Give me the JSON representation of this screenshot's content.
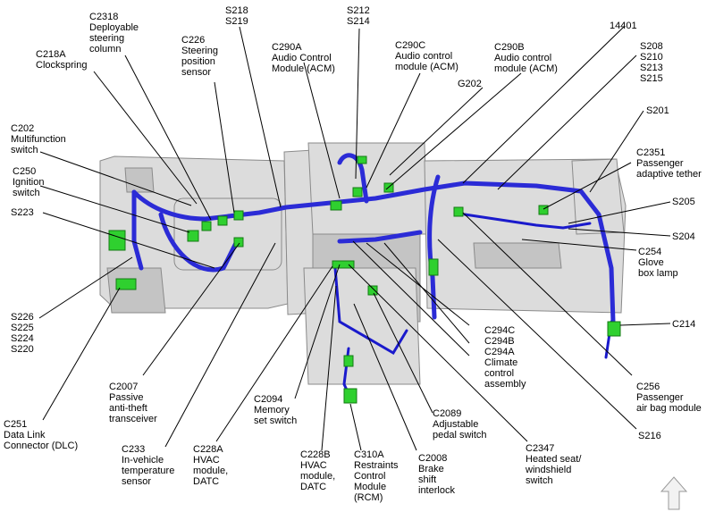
{
  "labels": {
    "c2318": [
      "C2318",
      "Deployable",
      "steering",
      "column"
    ],
    "s218": [
      "S218",
      "S219"
    ],
    "s212": [
      "S212",
      "S214"
    ],
    "n14401": [
      "14401"
    ],
    "c218a": [
      "C218A",
      "Clockspring"
    ],
    "c226": [
      "C226",
      "Steering",
      "position",
      "sensor"
    ],
    "c290a": [
      "C290A",
      "Audio Control",
      "Module (ACM)"
    ],
    "c290c": [
      "C290C",
      "Audio control",
      "module (ACM)"
    ],
    "c290b": [
      "C290B",
      "Audio control",
      "module (ACM)"
    ],
    "s208": [
      "S208",
      "S210",
      "S213",
      "S215"
    ],
    "g202": [
      "G202"
    ],
    "s201": [
      "S201"
    ],
    "c202": [
      "C202",
      "Multifunction",
      "switch"
    ],
    "c2351": [
      "C2351",
      "Passenger",
      "adaptive tether"
    ],
    "c250": [
      "C250",
      "Ignition",
      "switch"
    ],
    "s223": [
      "S223"
    ],
    "s205": [
      "S205"
    ],
    "s204": [
      "S204"
    ],
    "c254": [
      "C254",
      "Glove",
      "box lamp"
    ],
    "s226": [
      "S226",
      "S225",
      "S224",
      "S220"
    ],
    "c214": [
      "C214"
    ],
    "c294c": [
      "C294C",
      "C294B",
      "C294A",
      "Climate",
      "control",
      "assembly"
    ],
    "c2007": [
      "C2007",
      "Passive",
      "anti-theft",
      "transceiver"
    ],
    "c256": [
      "C256",
      "Passenger",
      "air bag module"
    ],
    "c2094": [
      "C2094",
      "Memory",
      "set switch"
    ],
    "c2089": [
      "C2089",
      "Adjustable",
      "pedal switch"
    ],
    "s216": [
      "S216"
    ],
    "c251": [
      "C251",
      "Data Link",
      "Connector (DLC)"
    ],
    "c233": [
      "C233",
      "In-vehicle",
      "temperature",
      "sensor"
    ],
    "c228a": [
      "C228A",
      "HVAC",
      "module,",
      "DATC"
    ],
    "c228b": [
      "C228B",
      "HVAC",
      "module,",
      "DATC"
    ],
    "c310a": [
      "C310A",
      "Restraints",
      "Control",
      "Module",
      "(RCM)"
    ],
    "c2008": [
      "C2008",
      "Brake",
      "shift",
      "interlock"
    ],
    "c2347": [
      "C2347",
      "Heated seat/",
      "windshield",
      "switch"
    ]
  },
  "colors": {
    "harness": "#2b2bd6",
    "connector": "#2fd02f",
    "panel": "#dcdcdc"
  },
  "icons": {
    "nav": "up-arrow-icon"
  }
}
